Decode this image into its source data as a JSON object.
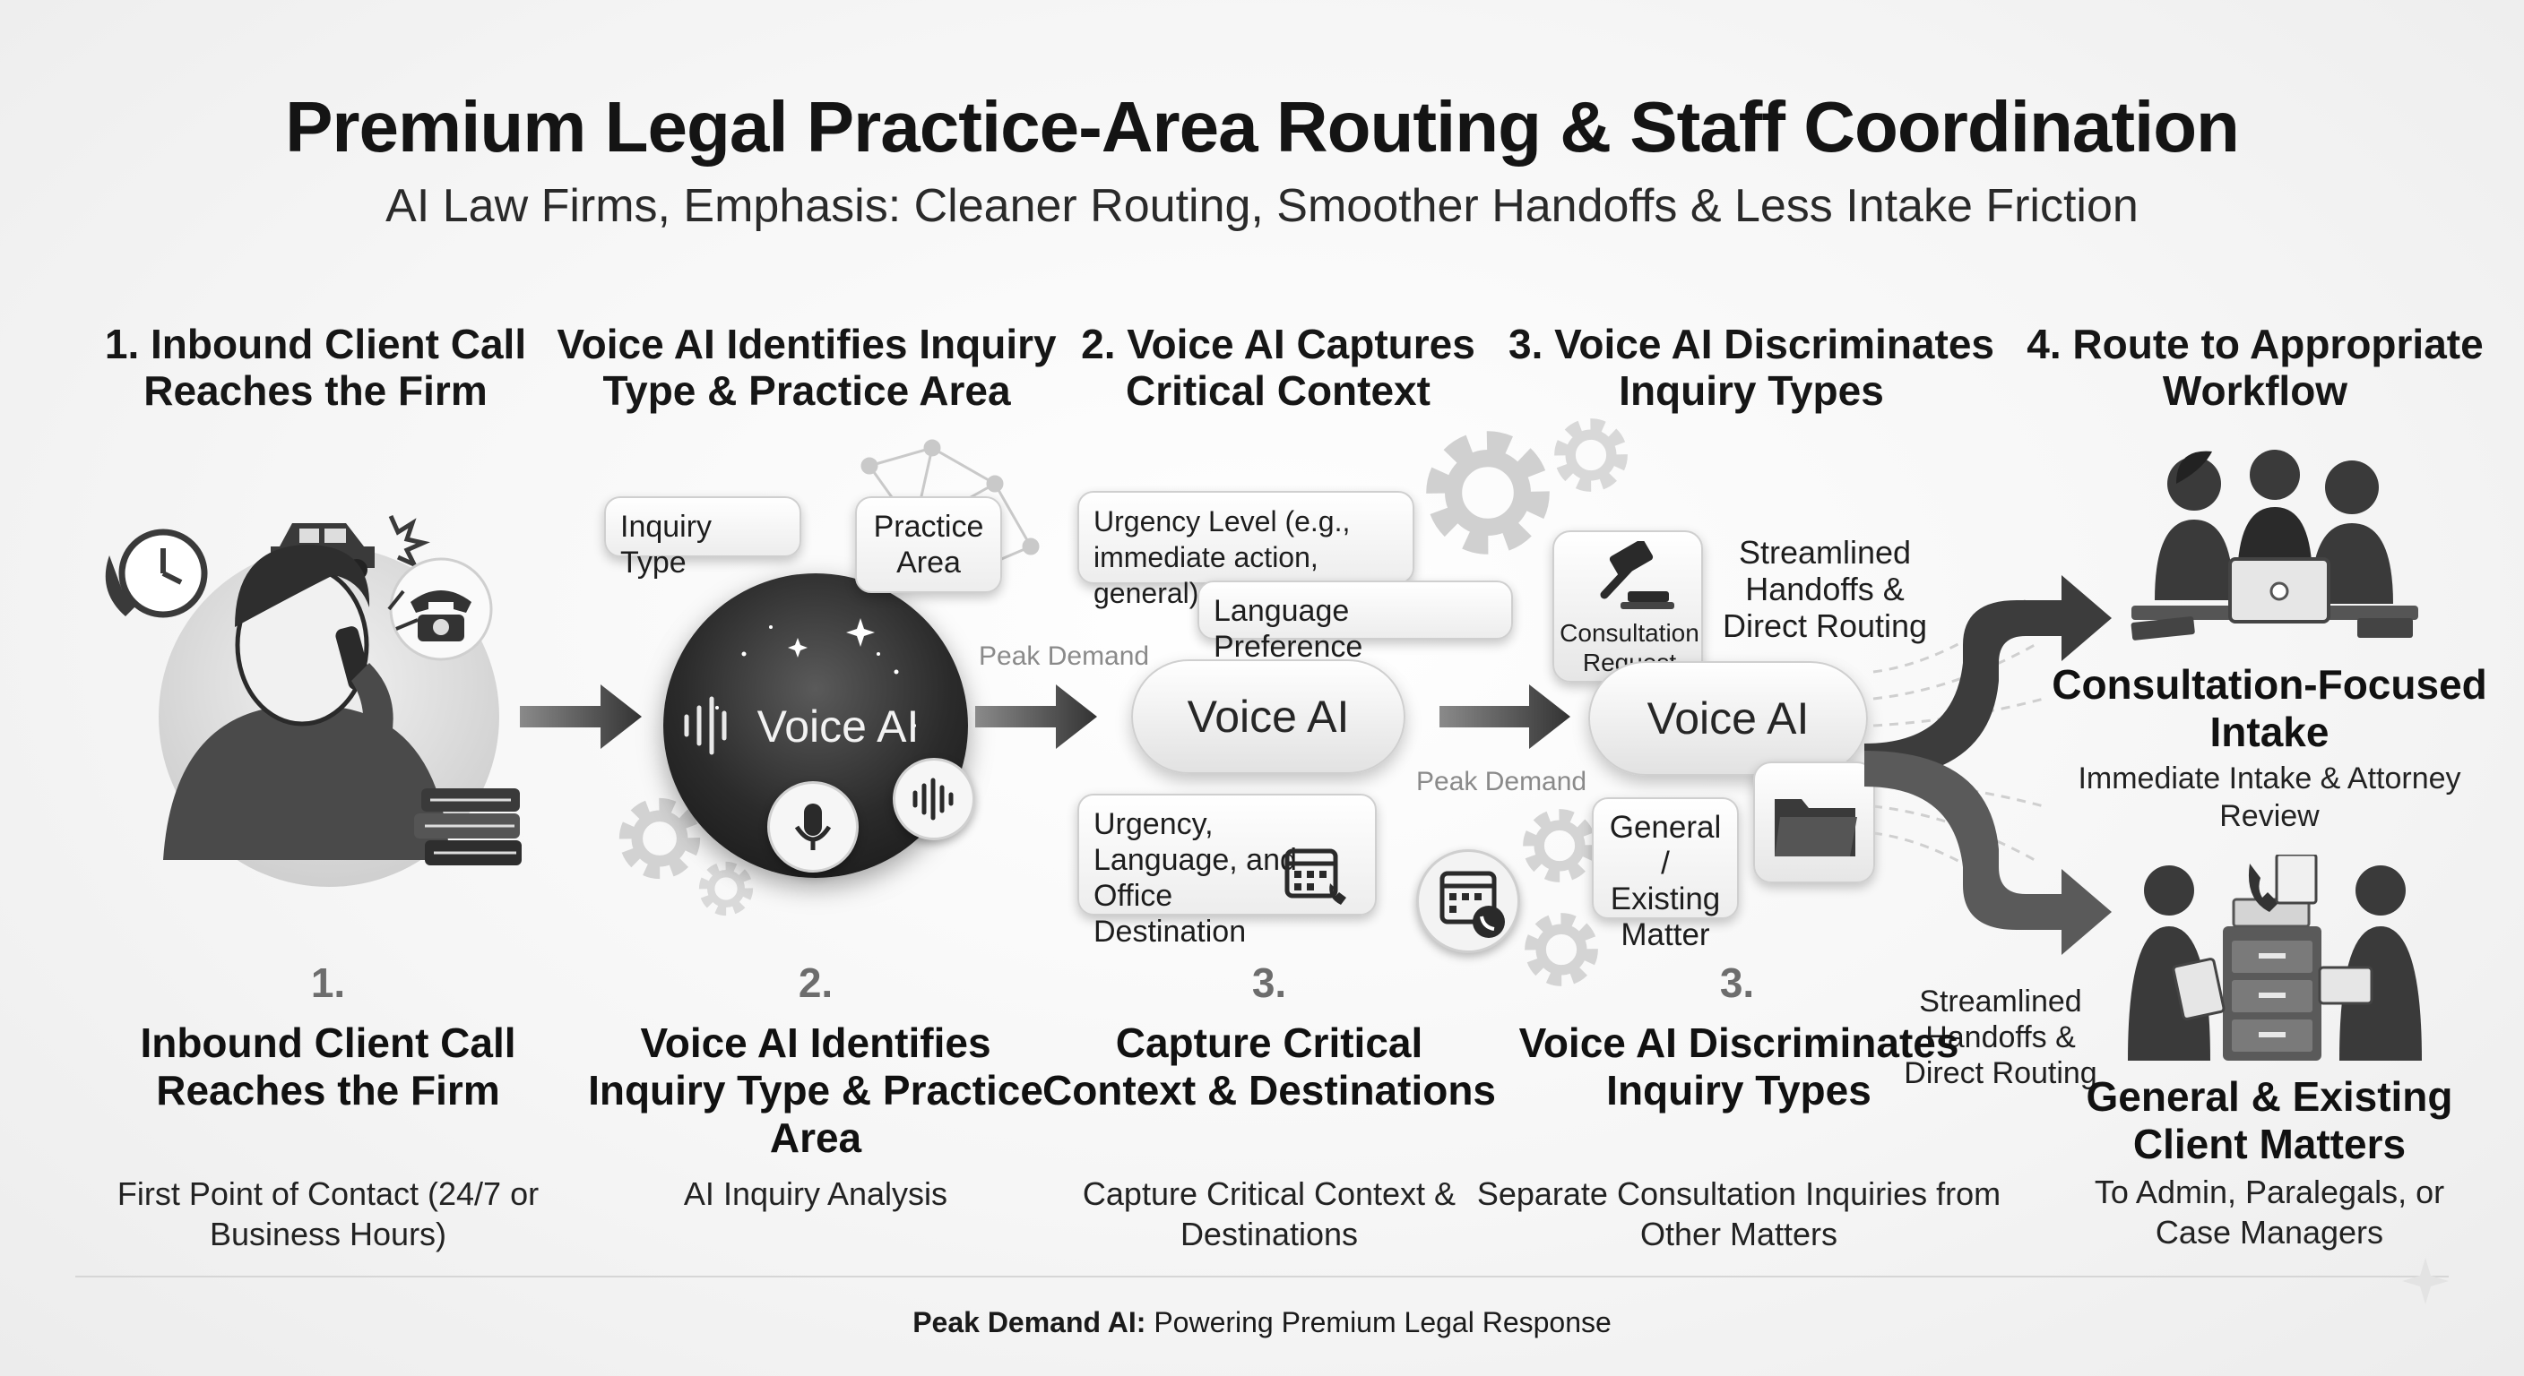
{
  "title": "Premium Legal Practice-Area Routing & Staff Coordination",
  "subtitle": "AI Law Firms, Emphasis: Cleaner Routing, Smoother Handoffs & Less Intake Friction",
  "step_headers": [
    "1. Inbound Client Call Reaches the Firm",
    "Voice AI Identifies Inquiry Type & Practice Area",
    "2. Voice AI Captures Critical Context",
    "3. Voice AI Discriminates Inquiry Types",
    "4. Route to Appropriate Workflow"
  ],
  "stage2": {
    "bubble_inquiry": "Inquiry Type",
    "bubble_practice": "Practice Area",
    "orb_label": "Voice AI"
  },
  "stage3": {
    "bubble_urgency": "Urgency Level (e.g., immediate action, general)",
    "bubble_language": "Language Preference",
    "pill_label": "Voice AI",
    "bubble_destination": "Urgency, Language, and Office Destination"
  },
  "stage4": {
    "consultation_card": "Consultation Request",
    "handoff_label": "Streamlined Handoffs & Direct Routing",
    "pill_label": "Voice AI",
    "general_card": "General / Existing Matter"
  },
  "watermarks": {
    "a": "Peak Demand",
    "b": "Peak Demand"
  },
  "routing": {
    "lower_handoff_label": "Streamlined Handoffs & Direct Routing"
  },
  "workflows": {
    "consultation": {
      "title": "Consultation-Focused Intake",
      "desc": "Immediate Intake & Attorney Review"
    },
    "general": {
      "title": "General & Existing Client Matters",
      "desc": "To Admin, Paralegals, or Case Managers"
    }
  },
  "captions": [
    {
      "num": "1.",
      "title": "Inbound Client Call Reaches the Firm",
      "desc": "First Point of Contact (24/7 or Business Hours)"
    },
    {
      "num": "2.",
      "title": "Voice AI Identifies Inquiry Type & Practice Area",
      "desc": "AI Inquiry Analysis"
    },
    {
      "num": "3.",
      "title": "Capture Critical Context & Destinations",
      "desc": "Capture Critical Context & Destinations"
    },
    {
      "num": "3.",
      "title": "Voice AI Discriminates Inquiry Types",
      "desc": "Separate Consultation Inquiries from Other Matters"
    }
  ],
  "footer": {
    "brand": "Peak Demand AI:",
    "tagline": " Powering Premium Legal Response"
  },
  "icons": [
    "clock-phone-icon",
    "car-crash-icon",
    "telephone-icon",
    "caller-person-icon",
    "books-icon",
    "sound-wave-icon",
    "microphone-icon",
    "sparkle-icon",
    "gear-icon",
    "network-icon",
    "gavel-icon",
    "calendar-phone-icon",
    "folder-icon",
    "arrow-right-icon",
    "routing-arrow-icon",
    "team-meeting-icon",
    "staff-filing-icon"
  ],
  "colors": {
    "text": "#141414",
    "muted": "#6d6d6d",
    "orb": "#2b2b2b",
    "arrow": "#3a3a3a",
    "background": "#f4f4f4"
  }
}
